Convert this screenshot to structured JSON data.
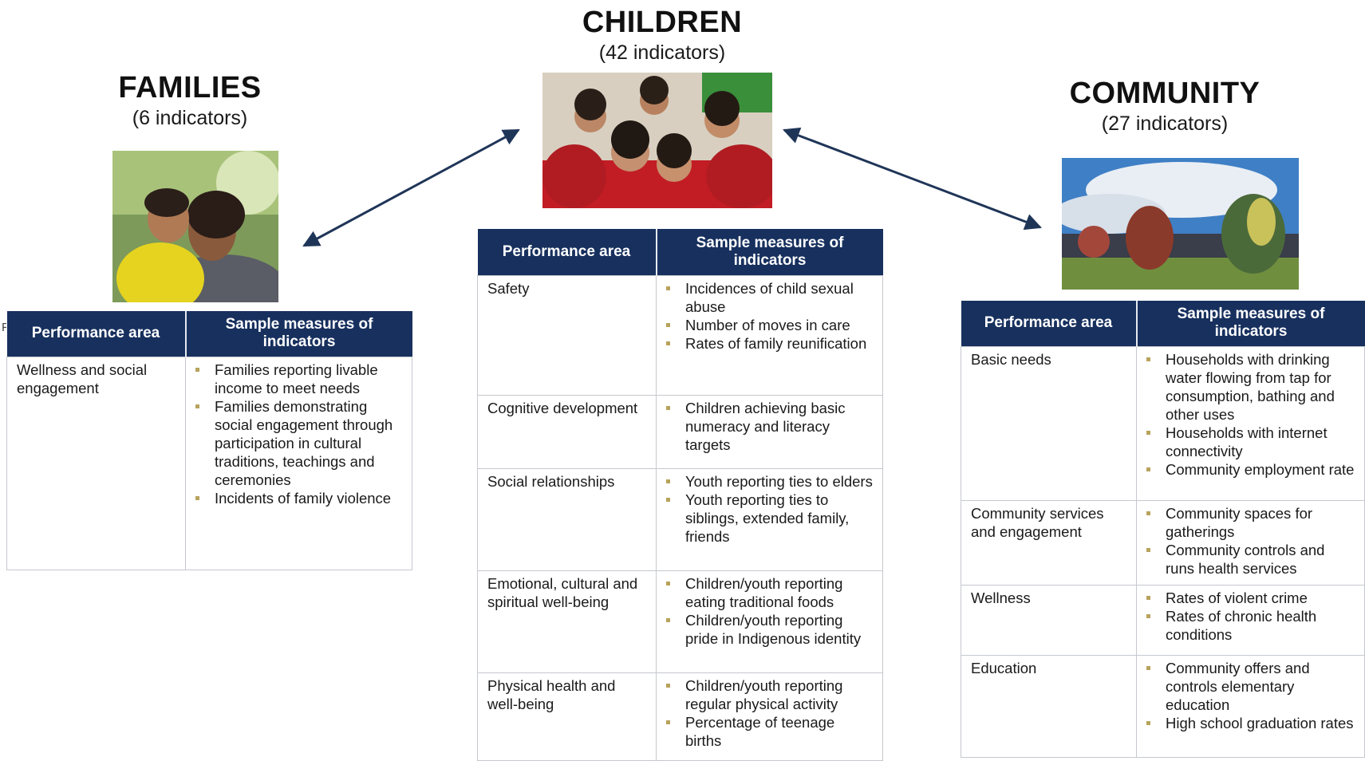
{
  "families": {
    "title": "FAMILIES",
    "count": "(6 indicators)",
    "photo_icon": "mother-and-child-photo",
    "header": {
      "col1": "Performance area",
      "col2": "Sample measures of indicators"
    },
    "ghost_text": "Perf",
    "rows": [
      {
        "area": "Wellness and social engagement",
        "measures": [
          "Families reporting livable income to meet needs",
          "Families demonstrating social engagement through participation in cultural traditions, teachings and ceremonies",
          "Incidents of family violence"
        ]
      }
    ]
  },
  "children": {
    "title": "CHILDREN",
    "count": "(42 indicators)",
    "photo_icon": "group-of-children-photo",
    "header": {
      "col1": "Performance area",
      "col2": "Sample measures of indicators"
    },
    "rows": [
      {
        "area": "Safety",
        "measures": [
          "Incidences of child sexual abuse",
          "Number of moves in care",
          "Rates of family reunification"
        ]
      },
      {
        "area": "Cognitive development",
        "measures": [
          "Children achieving basic numeracy and literacy targets"
        ]
      },
      {
        "area": "Social relationships",
        "measures": [
          "Youth reporting ties to elders",
          "Youth reporting ties to siblings, extended family, friends"
        ]
      },
      {
        "area": "Emotional, cultural and spiritual well-being",
        "measures": [
          "Children/youth reporting eating traditional foods",
          "Children/youth reporting pride in Indigenous identity"
        ]
      },
      {
        "area": "Physical health and well-being",
        "measures": [
          "Children/youth reporting regular physical activity",
          "Percentage of teenage births"
        ]
      }
    ]
  },
  "community": {
    "title": "COMMUNITY",
    "count": "(27 indicators)",
    "photo_icon": "powwow-dancers-photo",
    "header": {
      "col1": "Performance area",
      "col2": "Sample measures of indicators"
    },
    "rows": [
      {
        "area": "Basic needs",
        "measures": [
          "Households with drinking water flowing from tap for consumption, bathing and other uses",
          "Households with internet connectivity",
          "Community employment rate"
        ]
      },
      {
        "area": "Community services and engagement",
        "measures": [
          "Community spaces for gatherings",
          "Community controls and runs health services"
        ]
      },
      {
        "area": "Wellness",
        "measures": [
          "Rates of violent crime",
          "Rates of chronic health conditions"
        ]
      },
      {
        "area": "Education",
        "measures": [
          "Community offers and controls elementary education",
          "High school graduation rates"
        ]
      }
    ]
  },
  "colors": {
    "header_bg": "#17305e",
    "bullet": "#b7a35c",
    "arrow": "#1f3558"
  }
}
